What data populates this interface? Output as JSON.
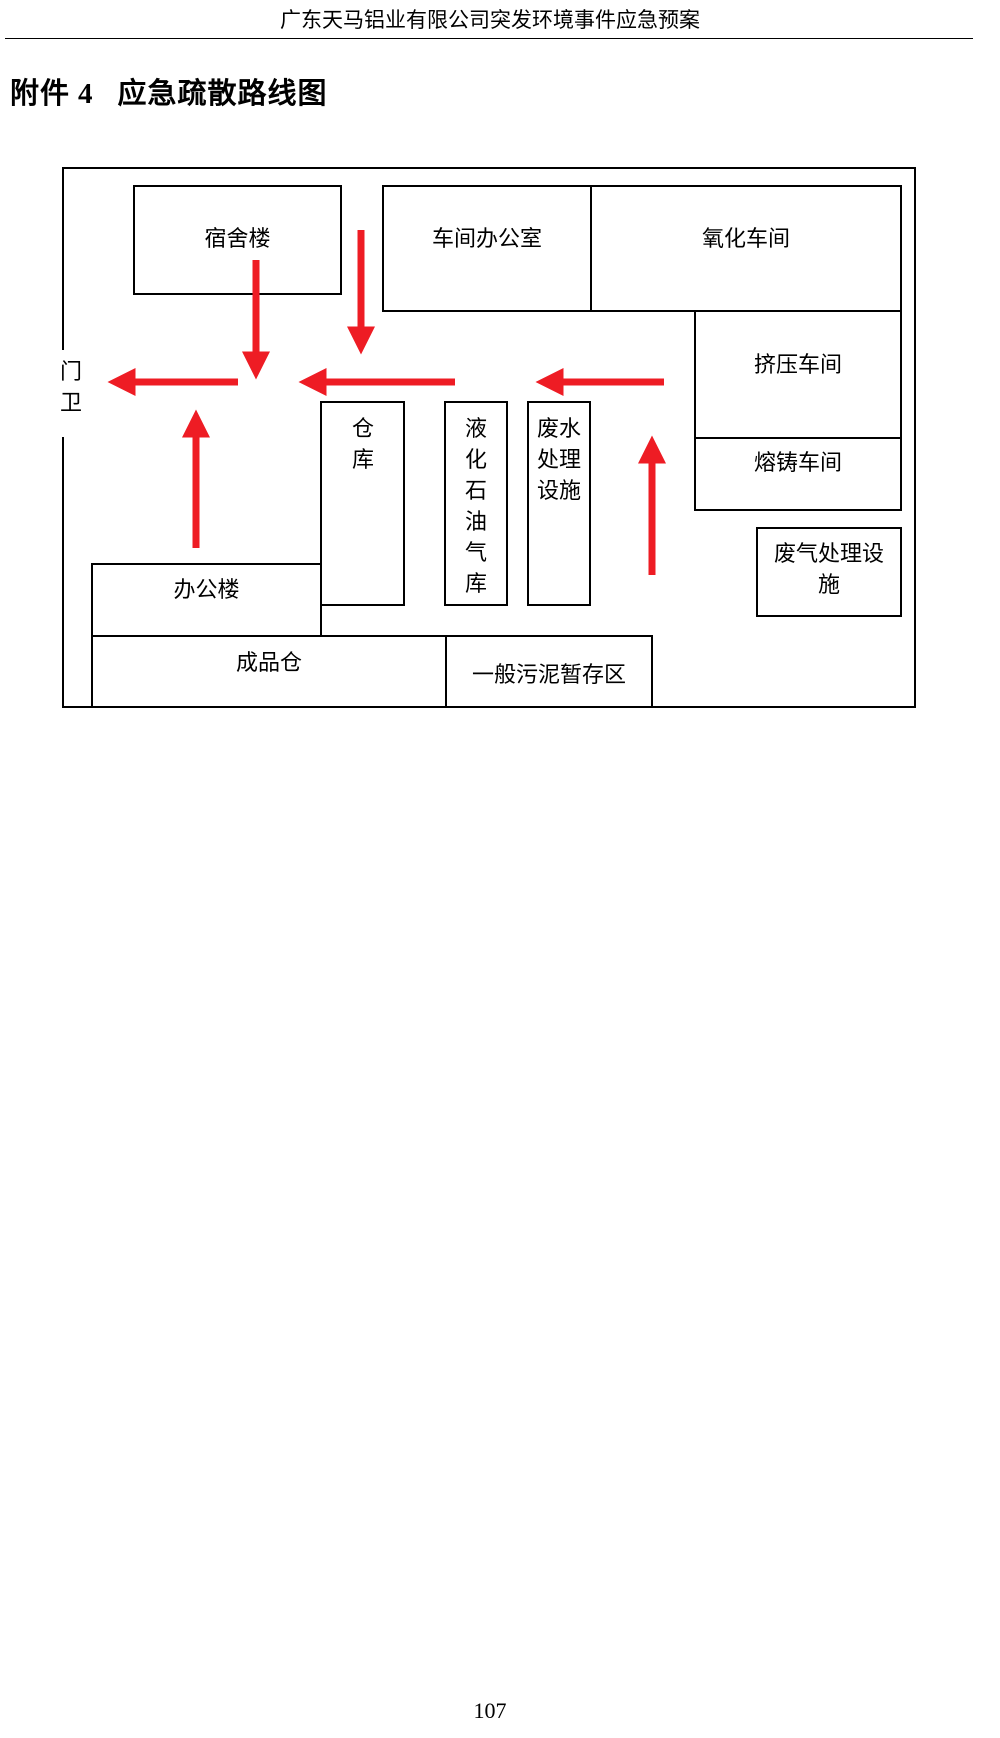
{
  "header": {
    "text": "广东天马铝业有限公司突发环境事件应急预案"
  },
  "title": {
    "prefix": "附件",
    "number": "4",
    "text": "应急疏散路线图"
  },
  "map": {
    "buildings": {
      "dormitory": "宿舍楼",
      "workshop_office": "车间办公室",
      "oxidation_workshop": "氧化车间",
      "extrusion_workshop": "挤压车间",
      "casting_workshop": "熔铸车间",
      "gate": "门卫",
      "warehouse": "仓库",
      "lpg_store": "液化石油气库",
      "wastewater_facility": "废水处理设施",
      "waste_gas_facility": "废气处理设施",
      "office_building": "办公楼",
      "finished_goods": "成品仓",
      "sludge_storage": "一般污泥暂存区"
    },
    "arrow_color": "#ee1c24"
  },
  "page": {
    "number": "107"
  }
}
